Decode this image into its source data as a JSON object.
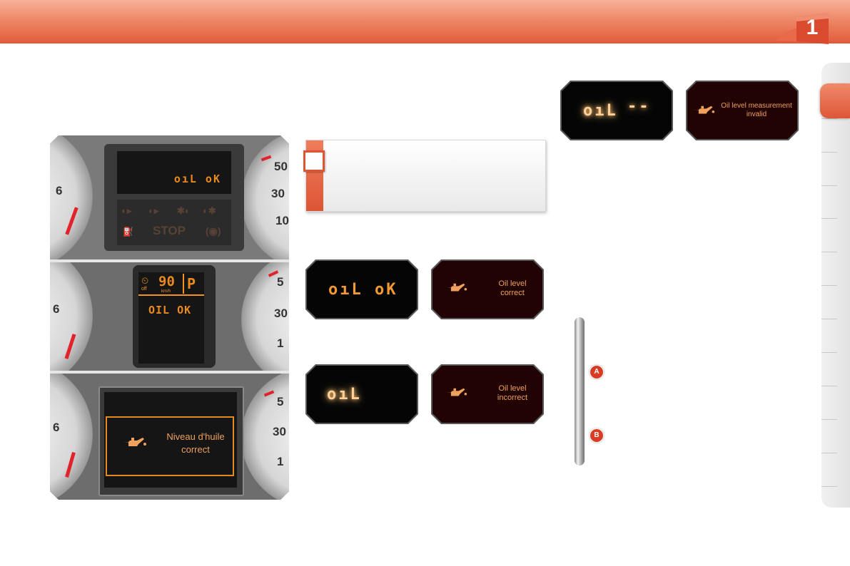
{
  "header": {
    "chapter": "1"
  },
  "dashboard": {
    "panel1": {
      "lcd_text": "oıL oK",
      "warning_word": "STOP",
      "gauge_left_number": "6",
      "gauge_right_numbers": [
        "50",
        "30",
        "10"
      ]
    },
    "panel2": {
      "speed": "90",
      "speed_unit": "km/h",
      "limiter_off": "off",
      "gear": "P",
      "message": "OIL OK",
      "gauge_left_number": "6",
      "gauge_right_numbers": [
        "5",
        "30",
        "1"
      ]
    },
    "panel3": {
      "message_line1": "Niveau d'huile",
      "message_line2": "correct",
      "gauge_left_number": "6",
      "gauge_right_numbers": [
        "5",
        "30",
        "1"
      ]
    }
  },
  "tiles": {
    "seg_ok": "oıL oK",
    "oil_correct_line1": "Oil level",
    "oil_correct_line2": "correct",
    "seg_incorrect": "oıL",
    "oil_incorrect_line1": "Oil level",
    "oil_incorrect_line2": "incorrect",
    "seg_invalid": "oıL",
    "seg_invalid_dashes": "--",
    "invalid_line1": "Oil level measurement",
    "invalid_line2": "invalid"
  },
  "dipstick": {
    "mark_a": "A",
    "mark_b": "B"
  },
  "colors": {
    "accent": "#e35f40",
    "display_amber": "#f3931f",
    "tile_brown": "#210303"
  }
}
